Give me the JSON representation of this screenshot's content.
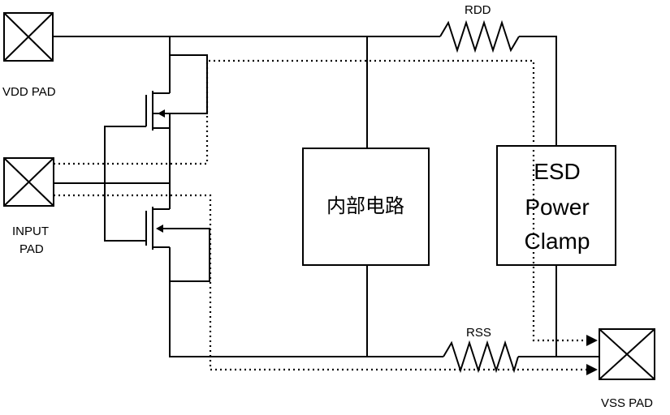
{
  "labels": {
    "vdd_pad": "VDD PAD",
    "input_pad_line1": "INPUT",
    "input_pad_line2": "PAD",
    "vss_pad": "VSS PAD",
    "rdd": "RDD",
    "rss": "RSS",
    "internal_circuit": "内部电路",
    "esd_line1": "ESD",
    "esd_line2": "Power",
    "esd_line3": "Clamp"
  },
  "colors": {
    "stroke": "#000000",
    "background": "#ffffff"
  },
  "icons": {
    "pad": "crossed-box-pad-icon",
    "resistor": "zigzag-resistor-icon",
    "transistor": "mosfet-icon",
    "arrow": "arrowhead-icon"
  }
}
